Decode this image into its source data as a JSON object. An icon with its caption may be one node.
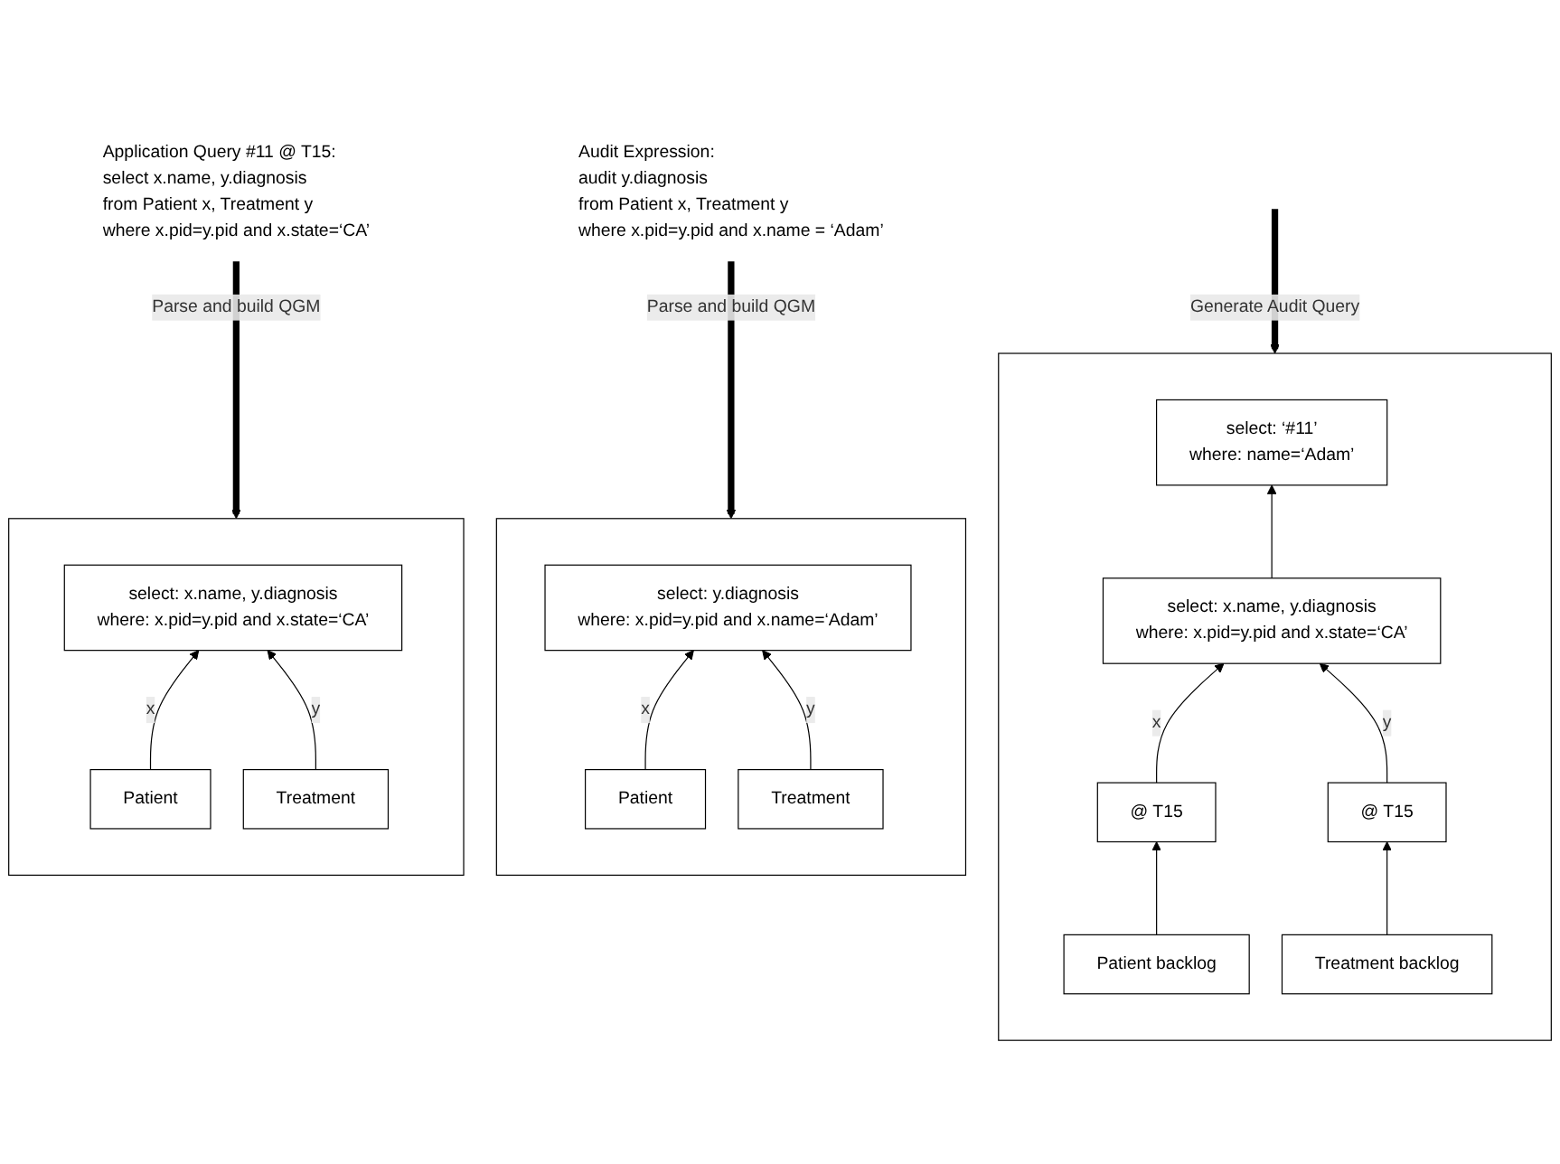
{
  "diagram": {
    "nodes": [
      {
        "text": [
          "Application Query #11 @ T15:",
          "select x.name, y.diagnosis",
          "from Patient x, Treatment y",
          "where x.pid=y.pid and x.state=‘CA’"
        ]
      },
      {
        "text": [
          "Audit Expression:",
          "audit y.diagnosis",
          "from Patient x, Treatment y",
          "where x.pid=y.pid and x.name = ‘Adam’"
        ]
      },
      {
        "text": [],
        "shape": "box"
      },
      {
        "text": [
          "select: x.name, y.diagnosis",
          "where: x.pid=y.pid and x.state=‘CA’"
        ],
        "in": 2
      },
      {
        "text": [
          "Patient"
        ],
        "in": 2
      },
      {
        "text": [
          "Treatment"
        ],
        "in": 2
      },
      {
        "text": [],
        "shape": "box"
      },
      {
        "text": [
          "select: y.diagnosis",
          "where: x.pid=y.pid and x.name=‘Adam’"
        ],
        "in": 6
      },
      {
        "text": [
          "Patient"
        ],
        "in": 6
      },
      {
        "text": [
          "Treatment"
        ],
        "in": 6
      },
      {
        "text": [],
        "shape": "box"
      },
      {
        "text": [
          "select: ‘#11’",
          "where: name=‘Adam’"
        ],
        "in": 10
      },
      {
        "text": [
          "select: x.name, y.diagnosis",
          "where: x.pid=y.pid and x.state=‘CA’"
        ],
        "in": 10
      },
      {
        "text": [
          "@ T15"
        ],
        "in": 10
      },
      {
        "text": [
          "@ T15"
        ],
        "in": 10
      },
      {
        "text": [
          "Patient backlog"
        ],
        "in": 10
      },
      {
        "text": [
          "Treatment backlog"
        ],
        "in": 10
      }
    ],
    "edges": [
      {
        "from": 0,
        "to": 2,
        "arrow": "to",
        "label": "Parse and build QGM",
        "style": "thick"
      },
      {
        "from": 1,
        "to": 6,
        "arrow": "to",
        "label": "Parse and build QGM",
        "style": "thick"
      },
      {
        "from": null,
        "to": 10,
        "arrow": "to",
        "label": "Generate Audit Query",
        "style": "thick"
      },
      {
        "from": 4,
        "to": 3,
        "arrow": "to",
        "label": "x"
      },
      {
        "from": 5,
        "to": 3,
        "arrow": "to",
        "label": "y"
      },
      {
        "from": 8,
        "to": 7,
        "arrow": "to",
        "label": "x"
      },
      {
        "from": 9,
        "to": 7,
        "arrow": "to",
        "label": "y"
      },
      {
        "from": 12,
        "to": 11,
        "arrow": "to"
      },
      {
        "from": 13,
        "to": 12,
        "arrow": "to",
        "label": "x"
      },
      {
        "from": 14,
        "to": 12,
        "arrow": "to",
        "label": "y"
      },
      {
        "from": 15,
        "to": 13,
        "arrow": "to"
      },
      {
        "from": 16,
        "to": 14,
        "arrow": "to"
      }
    ]
  }
}
